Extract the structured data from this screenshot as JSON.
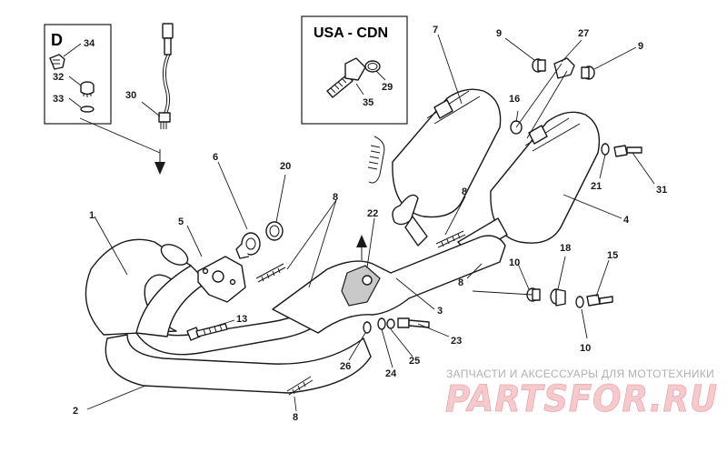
{
  "inset_d": {
    "letter": "D",
    "callouts": [
      "34",
      "32",
      "33"
    ]
  },
  "inset_usa": {
    "title": "USA - CDN",
    "callouts": [
      "29",
      "35"
    ]
  },
  "callouts": {
    "c1": "1",
    "c2": "2",
    "c3": "3",
    "c4": "4",
    "c5": "5",
    "c6": "6",
    "c7": "7",
    "c8a": "8",
    "c8b": "8",
    "c8c": "8",
    "c8d": "8",
    "c9a": "9",
    "c9b": "9",
    "c10a": "10",
    "c10b": "10",
    "c13": "13",
    "c15": "15",
    "c16": "16",
    "c18": "18",
    "c20": "20",
    "c21": "21",
    "c22": "22",
    "c23": "23",
    "c24": "24",
    "c25": "25",
    "c26": "26",
    "c27": "27",
    "c30": "30",
    "c31": "31"
  },
  "watermark": {
    "caption": "ЗАПЧАСТИ И АКСЕССУАРЫ ДЛЯ МОТОТЕХНИКИ",
    "logo": "PARTSFOR.RU"
  },
  "colors": {
    "line": "#1a1a1a",
    "background": "#ffffff",
    "watermark_pink": "#f6c9cc",
    "watermark_gray": "#b0b0b0"
  }
}
